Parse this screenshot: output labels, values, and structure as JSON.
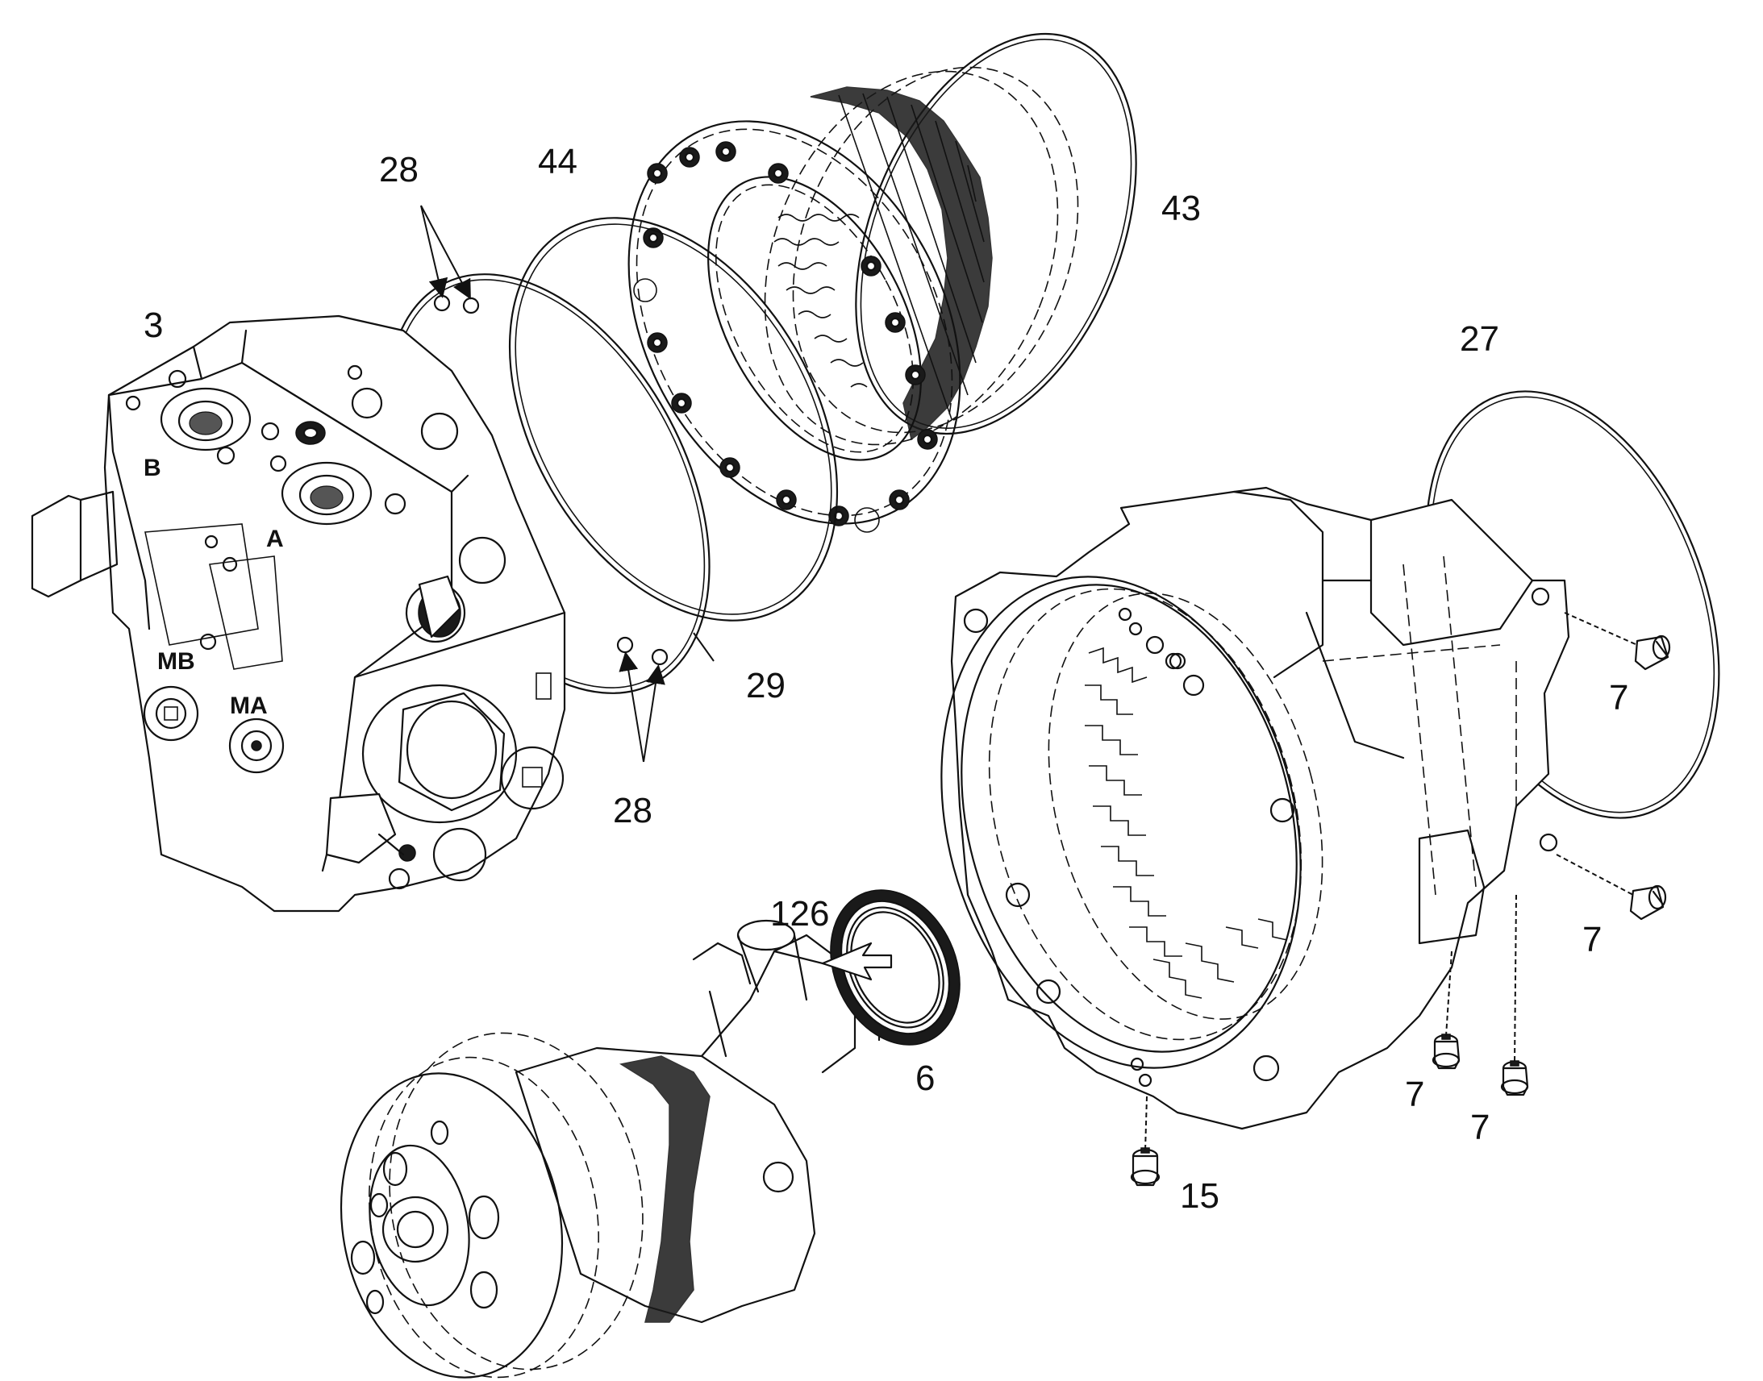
{
  "callouts": {
    "c3": "3",
    "c28_top": "28",
    "c44": "44",
    "c43": "43",
    "c27": "27",
    "c29": "29",
    "c28_bottom": "28",
    "c7_a": "7",
    "c7_b": "7",
    "c7_c": "7",
    "c7_d": "7",
    "c126": "126",
    "c6": "6",
    "c15": "15"
  },
  "port_markings": {
    "b": "B",
    "a": "A",
    "mb": "MB",
    "ma": "MA"
  }
}
